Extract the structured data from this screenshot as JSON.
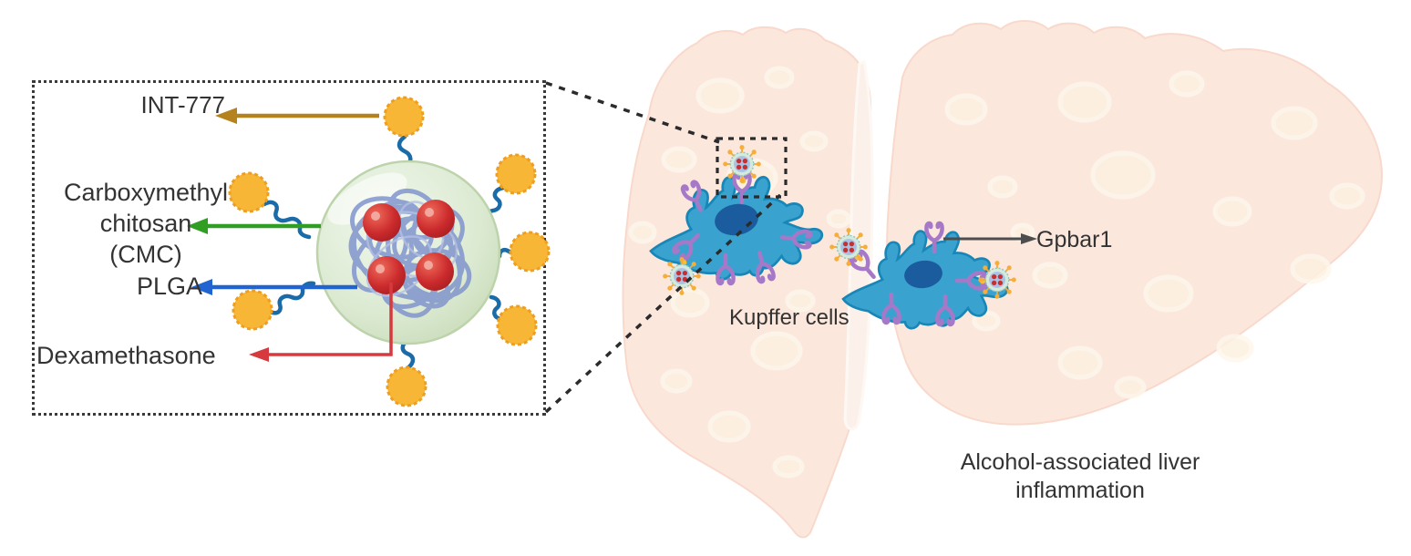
{
  "figure": {
    "nanoparticle_panel": {
      "int777_label": "INT-777",
      "cmc_label_line1": "Carboxymethyl",
      "cmc_label_line2": "chitosan",
      "cmc_label_line3": "(CMC)",
      "plga_label": "PLGA",
      "dexamethasone_label": "Dexamethasone",
      "arrow_colors": {
        "int777": "#b5831d",
        "cmc": "#2f9e23",
        "plga": "#2163d1",
        "dexamethasone": "#d63a3f"
      }
    },
    "liver_panel": {
      "kupffer_cells_label": "Kupffer cells",
      "gpbar1_label": "Gpbar1",
      "gpbar1_arrow_color": "#4d4d4d",
      "caption_line1": "Alcohol-associated liver",
      "caption_line2": "inflammation"
    },
    "colors": {
      "liver_fill": "#fce7dd",
      "liver_texture_blob": "#fdf1e1",
      "falciform_ligament": "#fbf1ea",
      "nanoparticle_shell": "#d9e9d0",
      "polymer_strand": "#8095cd",
      "drug_sphere_red": "#c1272d",
      "ligand_ball_orange": "#f8b637",
      "tether_blue": "#1a6ba8",
      "kupffer_cell_body": "#3aa2cf",
      "kupffer_cell_outline": "#1887b8",
      "kupffer_nucleus": "#1b5c9e",
      "receptor_purple": "#a678c8",
      "zoom_line_black": "#2b2b2b"
    }
  }
}
